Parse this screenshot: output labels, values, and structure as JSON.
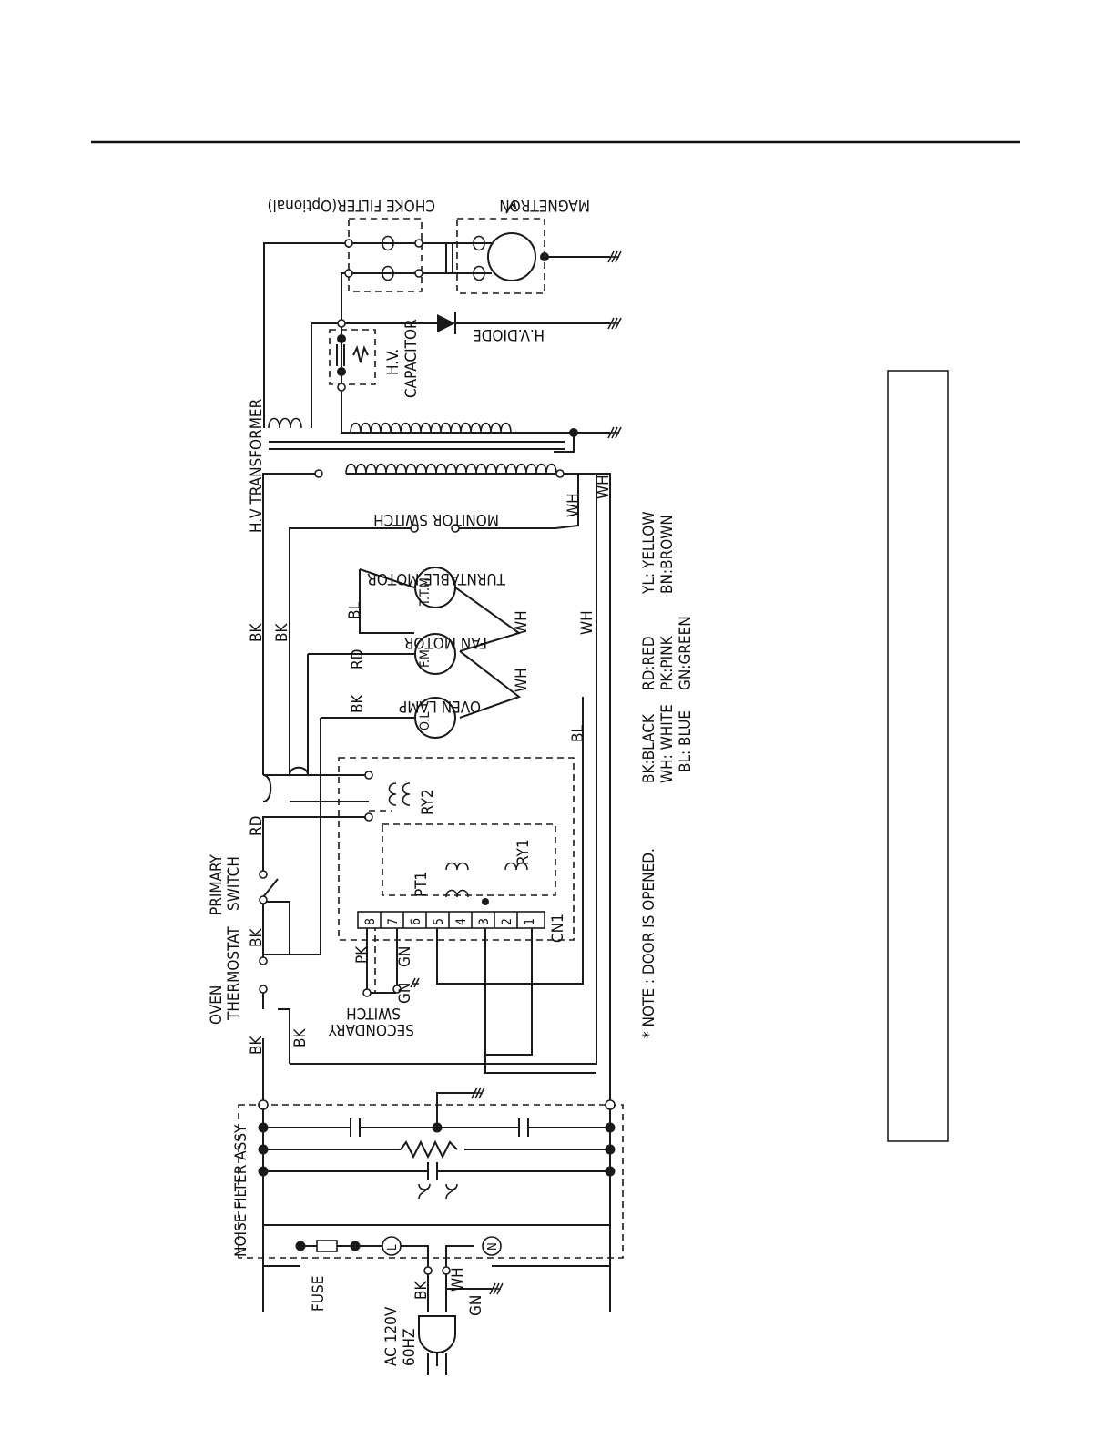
{
  "labels": {
    "hv_transformer": "H.V TRANSFORMER",
    "choke_filter": "CHOKE FILTER(Optional)",
    "magnetron": "MAGNETRON",
    "hv_diode": "H.V.DIODE",
    "hv": "H.V.",
    "capacitor": "CAPACITOR",
    "monitor_switch": "MONITOR SWITCH",
    "turntable_motor": "TURNTABLE MOTOR",
    "fan_motor": "FAN MOTOR",
    "oven_lamp": "OVEN LAMP",
    "ttm": "T.T.M",
    "fm": "F.M",
    "ol": "O.L",
    "ry2": "RY2",
    "ry1": "RY1",
    "pt1": "PT1",
    "cn1": "CN1",
    "primary": "PRIMARY",
    "switch": "SWITCH",
    "oven": "OVEN",
    "thermostat": "THERMOSTAT",
    "secondary": "SECONDARY",
    "secondary_switch": "SWITCH",
    "noise_filter": "NOISE FILTER ASSY",
    "fuse": "FUSE",
    "ac": "AC 120V",
    "hz": "60HZ",
    "L": "L",
    "N": "N",
    "note": "* NOTE : DOOR IS OPENED."
  },
  "wires": {
    "bk": "BK",
    "wh": "WH",
    "rd": "RD",
    "bl": "BL",
    "pk": "PK",
    "gn": "GN"
  },
  "connector_pins": [
    "8",
    "7",
    "6",
    "5",
    "4",
    "3",
    "2",
    "1"
  ],
  "legend": {
    "col1": [
      "BK:BLACK",
      "WH: WHITE",
      "BL: BLUE"
    ],
    "col2": [
      "RD:RED",
      "PK:PINK",
      "GN:GREEN"
    ],
    "col3": [
      "YL: YELLOW",
      "BN:BROWN"
    ]
  }
}
